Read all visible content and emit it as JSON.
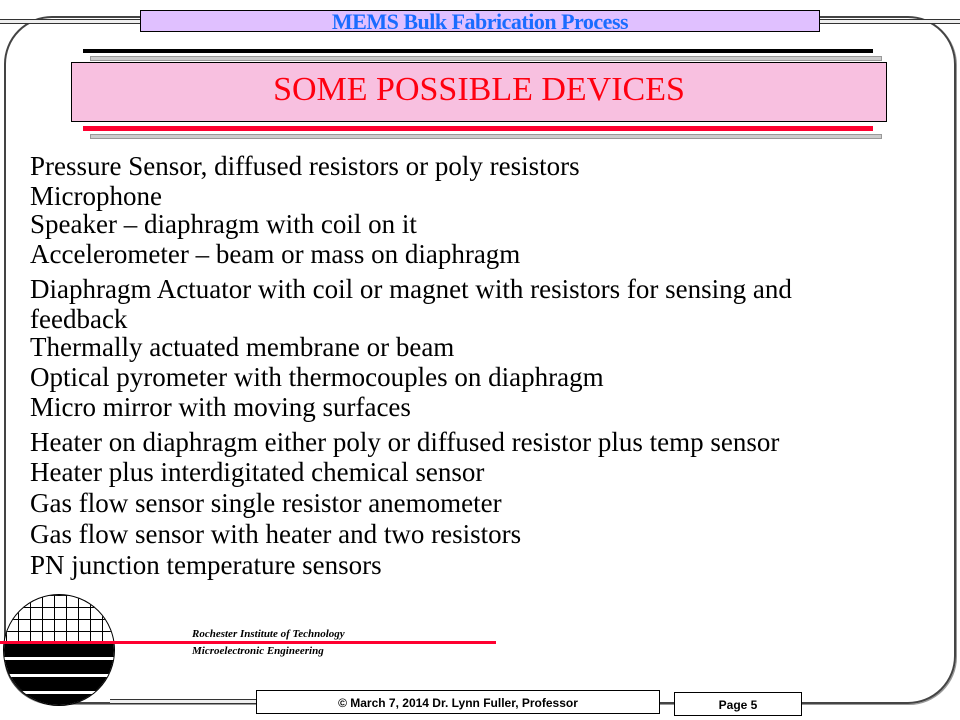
{
  "header": {
    "course_title": "MEMS Bulk Fabrication Process",
    "slide_title": "SOME POSSIBLE DEVICES"
  },
  "body": {
    "lines": [
      "Pressure Sensor, diffused resistors or poly resistors",
      "Microphone",
      "Speaker – diaphragm with coil on it",
      "Accelerometer – beam or mass on diaphragm",
      "Diaphragm Actuator with coil or magnet with resistors for sensing and",
      "feedback",
      "Thermally actuated membrane or beam",
      "Optical pyrometer with thermocouples on diaphragm",
      "Micro mirror with moving surfaces",
      "Heater on diaphragm either poly or diffused resistor plus temp sensor",
      "Heater plus interdigitated chemical sensor",
      "Gas flow sensor single resistor anemometer",
      "Gas flow sensor with heater and two resistors",
      "PN junction temperature sensors"
    ]
  },
  "footer": {
    "institution": "Rochester Institute of Technology",
    "department": "Microelectronic Engineering",
    "copyright": "© March 7, 2014 Dr. Lynn Fuller, Professor",
    "page": "Page 5"
  },
  "colors": {
    "title": "#ff0010",
    "course_title": "#1a6cff",
    "title_bg": "#f8c0e0",
    "course_bg": "#e0c0ff"
  }
}
